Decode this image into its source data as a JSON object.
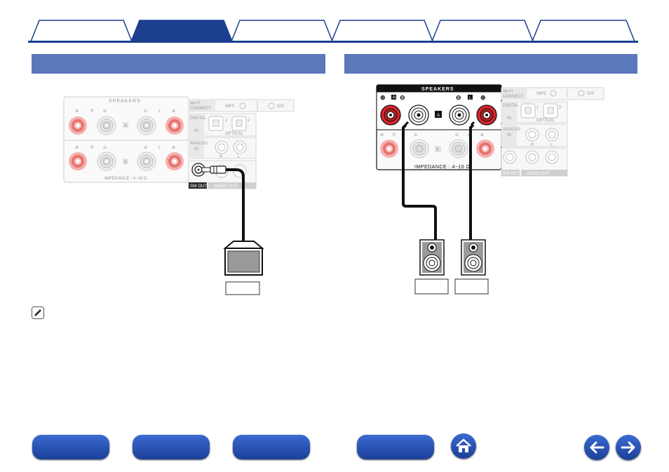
{
  "tabs": [
    "",
    "",
    "",
    "",
    "",
    ""
  ],
  "left_panel": {
    "speakers_label": "SPEAKERS",
    "wifi_label_1": "Wi-Fi",
    "wifi_label_2": "CONNECT",
    "wps_label": "WPS",
    "ids_label": "IDS",
    "digital_label": "DIGITAL",
    "in_label": "IN",
    "optical_label": "OPTICAL",
    "analog_label": "ANALOG",
    "analog_in_label": "IN",
    "sw_out_label": "SW OUT",
    "audio_out_label": "AUDIO OUT",
    "impedance_label": "IMPEDANCE : 4~16 Ω",
    "zone_a": "A",
    "zone_b": "B",
    "ch_r": "R",
    "ch_l": "L",
    "opt1": "1",
    "opt2": "2"
  },
  "right_panel": {
    "speakers_label": "SPEAKERS",
    "wifi_label_1": "Wi-Fi",
    "wifi_label_2": "CONNECT",
    "wps_label": "WPS",
    "ids_label": "IDS",
    "digital_label": "DIGITAL",
    "in_label": "IN",
    "optical_label": "OPTICAL",
    "analog_label": "ANALOG",
    "analog_in_label": "IN",
    "sw_out_label": "SW OUT",
    "audio_out_label": "AUDIO OUT",
    "impedance_label": "IMPEDANCE : 4~16 Ω",
    "zone_a": "A",
    "zone_b": "B",
    "ch_r": "R",
    "ch_l": "L",
    "opt1": "1",
    "opt2": "2"
  },
  "icons": {
    "note": "pencil-icon",
    "home": "home-icon",
    "back": "arrow-left-icon",
    "forward": "arrow-right-icon"
  },
  "colors": {
    "tab_blue": "#1d3f8f",
    "header_blue": "#5b78bd",
    "terminal_red": "#d9252b"
  }
}
